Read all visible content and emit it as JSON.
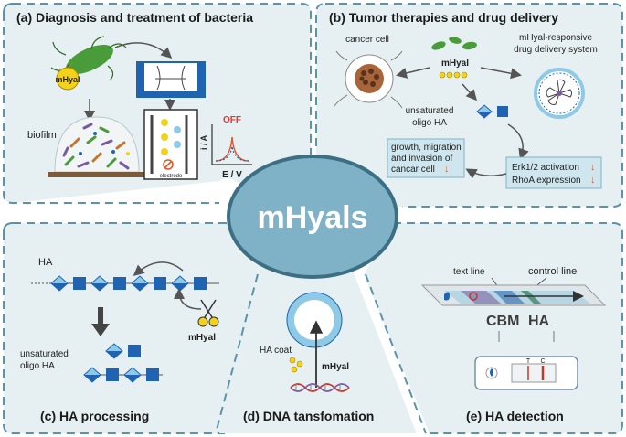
{
  "panels": {
    "a": {
      "title": "(a) Diagnosis and treatment of bacteria",
      "mhyal": "mHyal",
      "biofilm": "biofilm",
      "off": "OFF",
      "electrode": "electrode",
      "ylabel": "i / A",
      "xlabel": "E / V"
    },
    "b": {
      "title": "(b) Tumor therapies and drug delivery",
      "cancer_cell": "cancer cell",
      "mhyal": "mHyal",
      "dds_line1": "mHyal-responsive",
      "dds_line2": "drug delivery system",
      "oligo_line1": "unsaturated",
      "oligo_line2": "oligo HA",
      "growth_line1": "growth, migration",
      "growth_line2": "and invasion of",
      "growth_line3": "cancar cell",
      "erk": "Erk1/2 activation",
      "rhoa": "RhoA expression",
      "down_arrow": "↓"
    },
    "center": {
      "label": "mHyals"
    },
    "c": {
      "title": "(c) HA processing",
      "ha": "HA",
      "mhyal": "mHyal",
      "oligo_line1": "unsaturated",
      "oligo_line2": "oligo HA"
    },
    "d": {
      "title": "(d) DNA tansfomation",
      "ha_coat": "HA coat",
      "mhyal": "mHyal"
    },
    "e": {
      "title": "(e) HA detection",
      "text_line": "text line",
      "control_line": "control line",
      "cbm": "CBM",
      "ha": "HA",
      "t": "T",
      "c": "C"
    }
  },
  "colors": {
    "panel_bg": "#e6f0f3",
    "panel_border": "#5b93a7",
    "hub": "#7fb2c6",
    "hub_border": "#3d6f84",
    "ha_blue": "#1f63b1",
    "ha_light": "#8ec9e6",
    "bacteria_green": "#4a9b3a",
    "arrow_red": "#e2582a",
    "yellow": "#f2d21b"
  }
}
